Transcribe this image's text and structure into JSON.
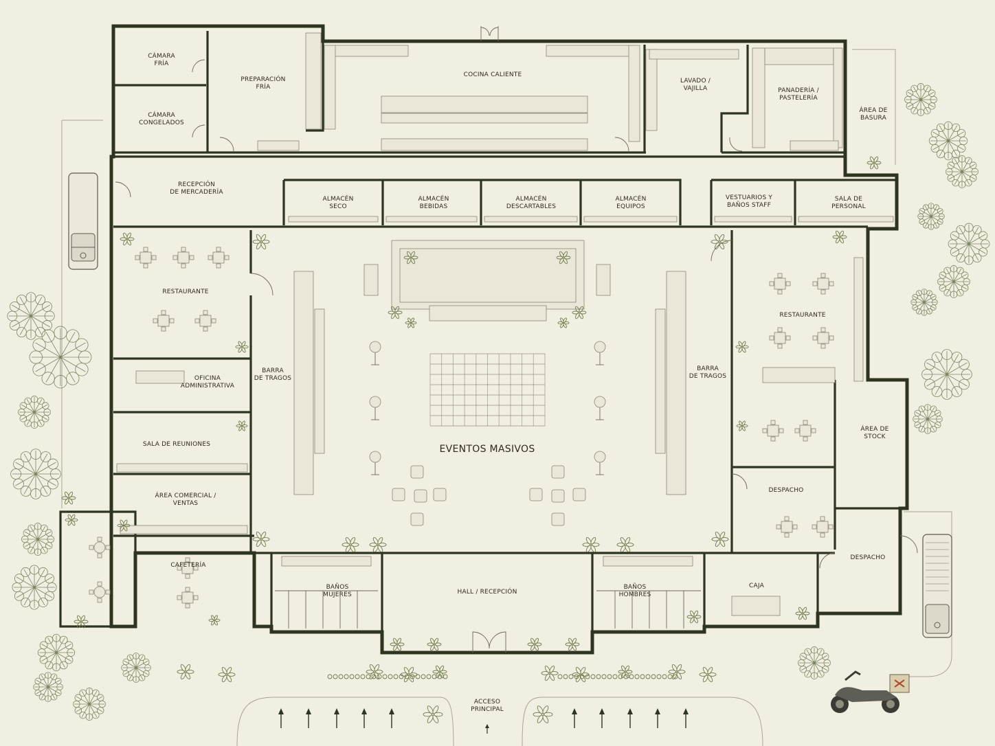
{
  "plan": {
    "rooms": {
      "camara_fria": "CÁMARA\nFRÍA",
      "camara_congelados": "CÁMARA\nCONGELADOS",
      "preparacion_fria": "PREPARACIÓN\nFRÍA",
      "cocina_caliente": "COCINA CALIENTE",
      "lavado_vajilla": "LAVADO /\nVAJILLA",
      "panaderia": "PANADERÍA /\nPASTELERÍA",
      "area_basura": "ÁREA DE\nBASURA",
      "recepcion_mercaderia": "RECEPCIÓN\nDE MERCADERÍA",
      "almacen_seco": "ALMACÉN\nSECO",
      "almacen_bebidas": "ALMACÉN\nBEBIDAS",
      "almacen_descartables": "ALMACÉN\nDESCARTABLES",
      "almacen_equipos": "ALMACÉN\nEQUIPOS",
      "vestuarios": "VESTUARIOS Y\nBAÑOS STAFF",
      "sala_personal": "SALA DE\nPERSONAL",
      "restaurante_izq": "RESTAURANTE",
      "restaurante_der": "RESTAURANTE",
      "barra_izq": "BARRA\nDE TRAGOS",
      "barra_der": "BARRA\nDE TRAGOS",
      "oficina": "OFICINA\nADMINISTRATIVA",
      "sala_reuniones": "SALA DE REUNIONES",
      "area_comercial": "ÁREA COMERCIAL /\nVENTAS",
      "cafeteria": "CAFETERÍA",
      "eventos": "EVENTOS MASIVOS",
      "banos_mujeres": "BAÑOS\nMUJERES",
      "hall": "HALL / RECEPCIÓN",
      "banos_hombres": "BAÑOS\nHOMBRES",
      "caja": "CAJA",
      "despacho_1": "DESPACHO",
      "despacho_2": "DESPACHO",
      "area_stock": "ÁREA DE\nSTOCK",
      "acceso": "ACCESO\nPRINCIPAL"
    },
    "colors": {
      "background": "#f1eee2",
      "wall": "#2d3520",
      "vegetation": "#6f7b4a"
    },
    "icons": [
      "delivery-van-icon",
      "delivery-truck-icon",
      "delivery-motorcycle-icon",
      "tree-icon",
      "plant-icon",
      "arrow-up-icon"
    ]
  }
}
